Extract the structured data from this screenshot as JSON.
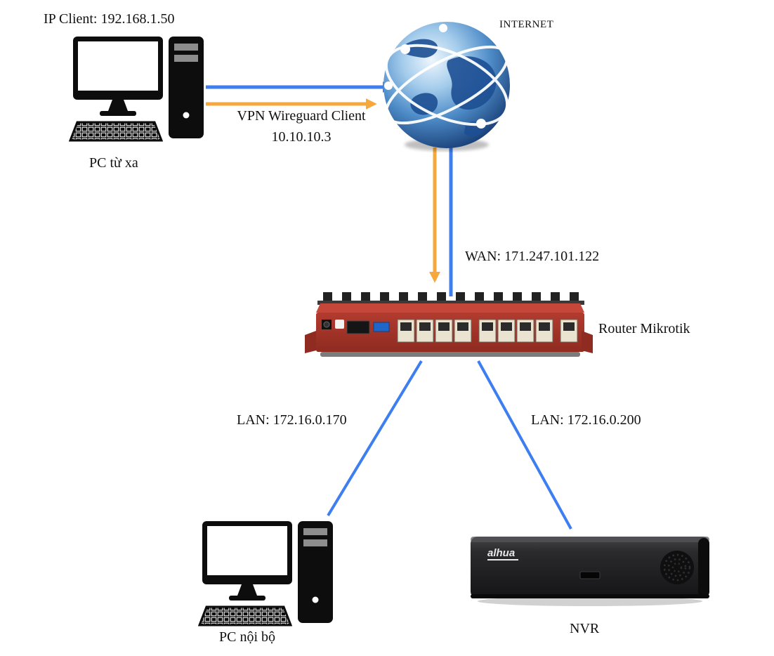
{
  "diagram": {
    "labels": {
      "ip_client": "IP Client: 192.168.1.50",
      "internet": "INTERNET",
      "vpn_line1": "VPN Wireguard Client",
      "vpn_line2": "10.10.10.3",
      "pc_remote": "PC từ xa",
      "wan": "WAN: 171.247.101.122",
      "router": "Router Mikrotik",
      "lan_pc": "LAN: 172.16.0.170",
      "lan_nvr": "LAN: 172.16.0.200",
      "pc_local": "PC nội bộ",
      "nvr": "NVR"
    },
    "nvr_brand": "alhua",
    "colors": {
      "link_blue": "#3d7ef0",
      "link_orange": "#f6a83c",
      "router_red": "#b03a2e",
      "device_black": "#111111",
      "globe_blue": "#2f6db5"
    }
  }
}
